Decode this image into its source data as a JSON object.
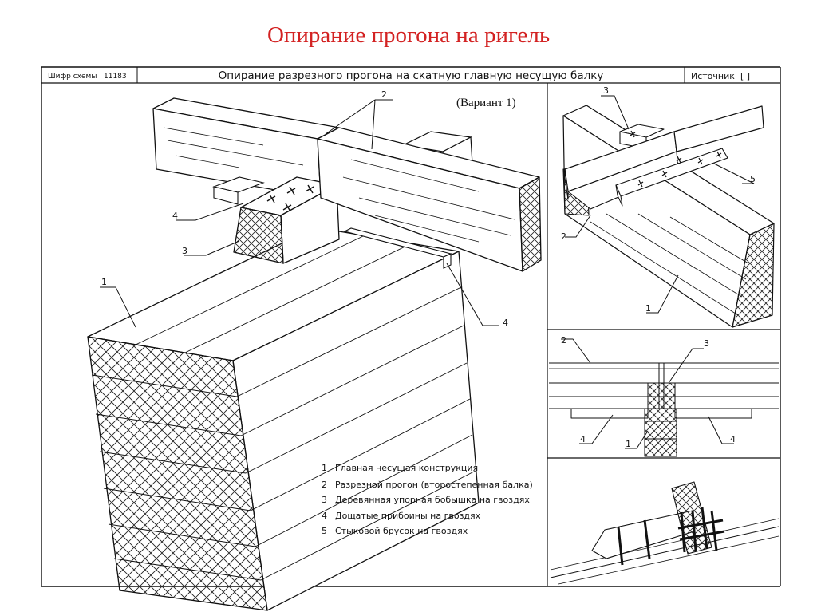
{
  "slide_title": "Опирание прогона на ригель",
  "stamp": {
    "scheme_code_label": "Шифр схемы",
    "scheme_code_value": "11183",
    "sheet_title": "Опирание разрезного прогона на скатную главную несущую балку",
    "source_label": "Источник",
    "source_value": "[ ]"
  },
  "variant_label": "(Вариант 1)",
  "callouts": {
    "main_view": [
      "2",
      "4",
      "3",
      "1",
      "4"
    ],
    "top_right_view": [
      "3",
      "5",
      "2",
      "1"
    ],
    "section_view": [
      "2",
      "3",
      "4",
      "1",
      "4"
    ]
  },
  "legend": [
    {
      "num": "1",
      "text": "Главная несущая конструкция"
    },
    {
      "num": "2",
      "text": "Разрезной прогон (второстепенная балка)"
    },
    {
      "num": "3",
      "text": "Деревянная упорная бобышка на гвоздях"
    },
    {
      "num": "4",
      "text": "Дощатые прибоины на гвоздях"
    },
    {
      "num": "5",
      "text": "Стыковой брусок на гвоздях"
    }
  ]
}
